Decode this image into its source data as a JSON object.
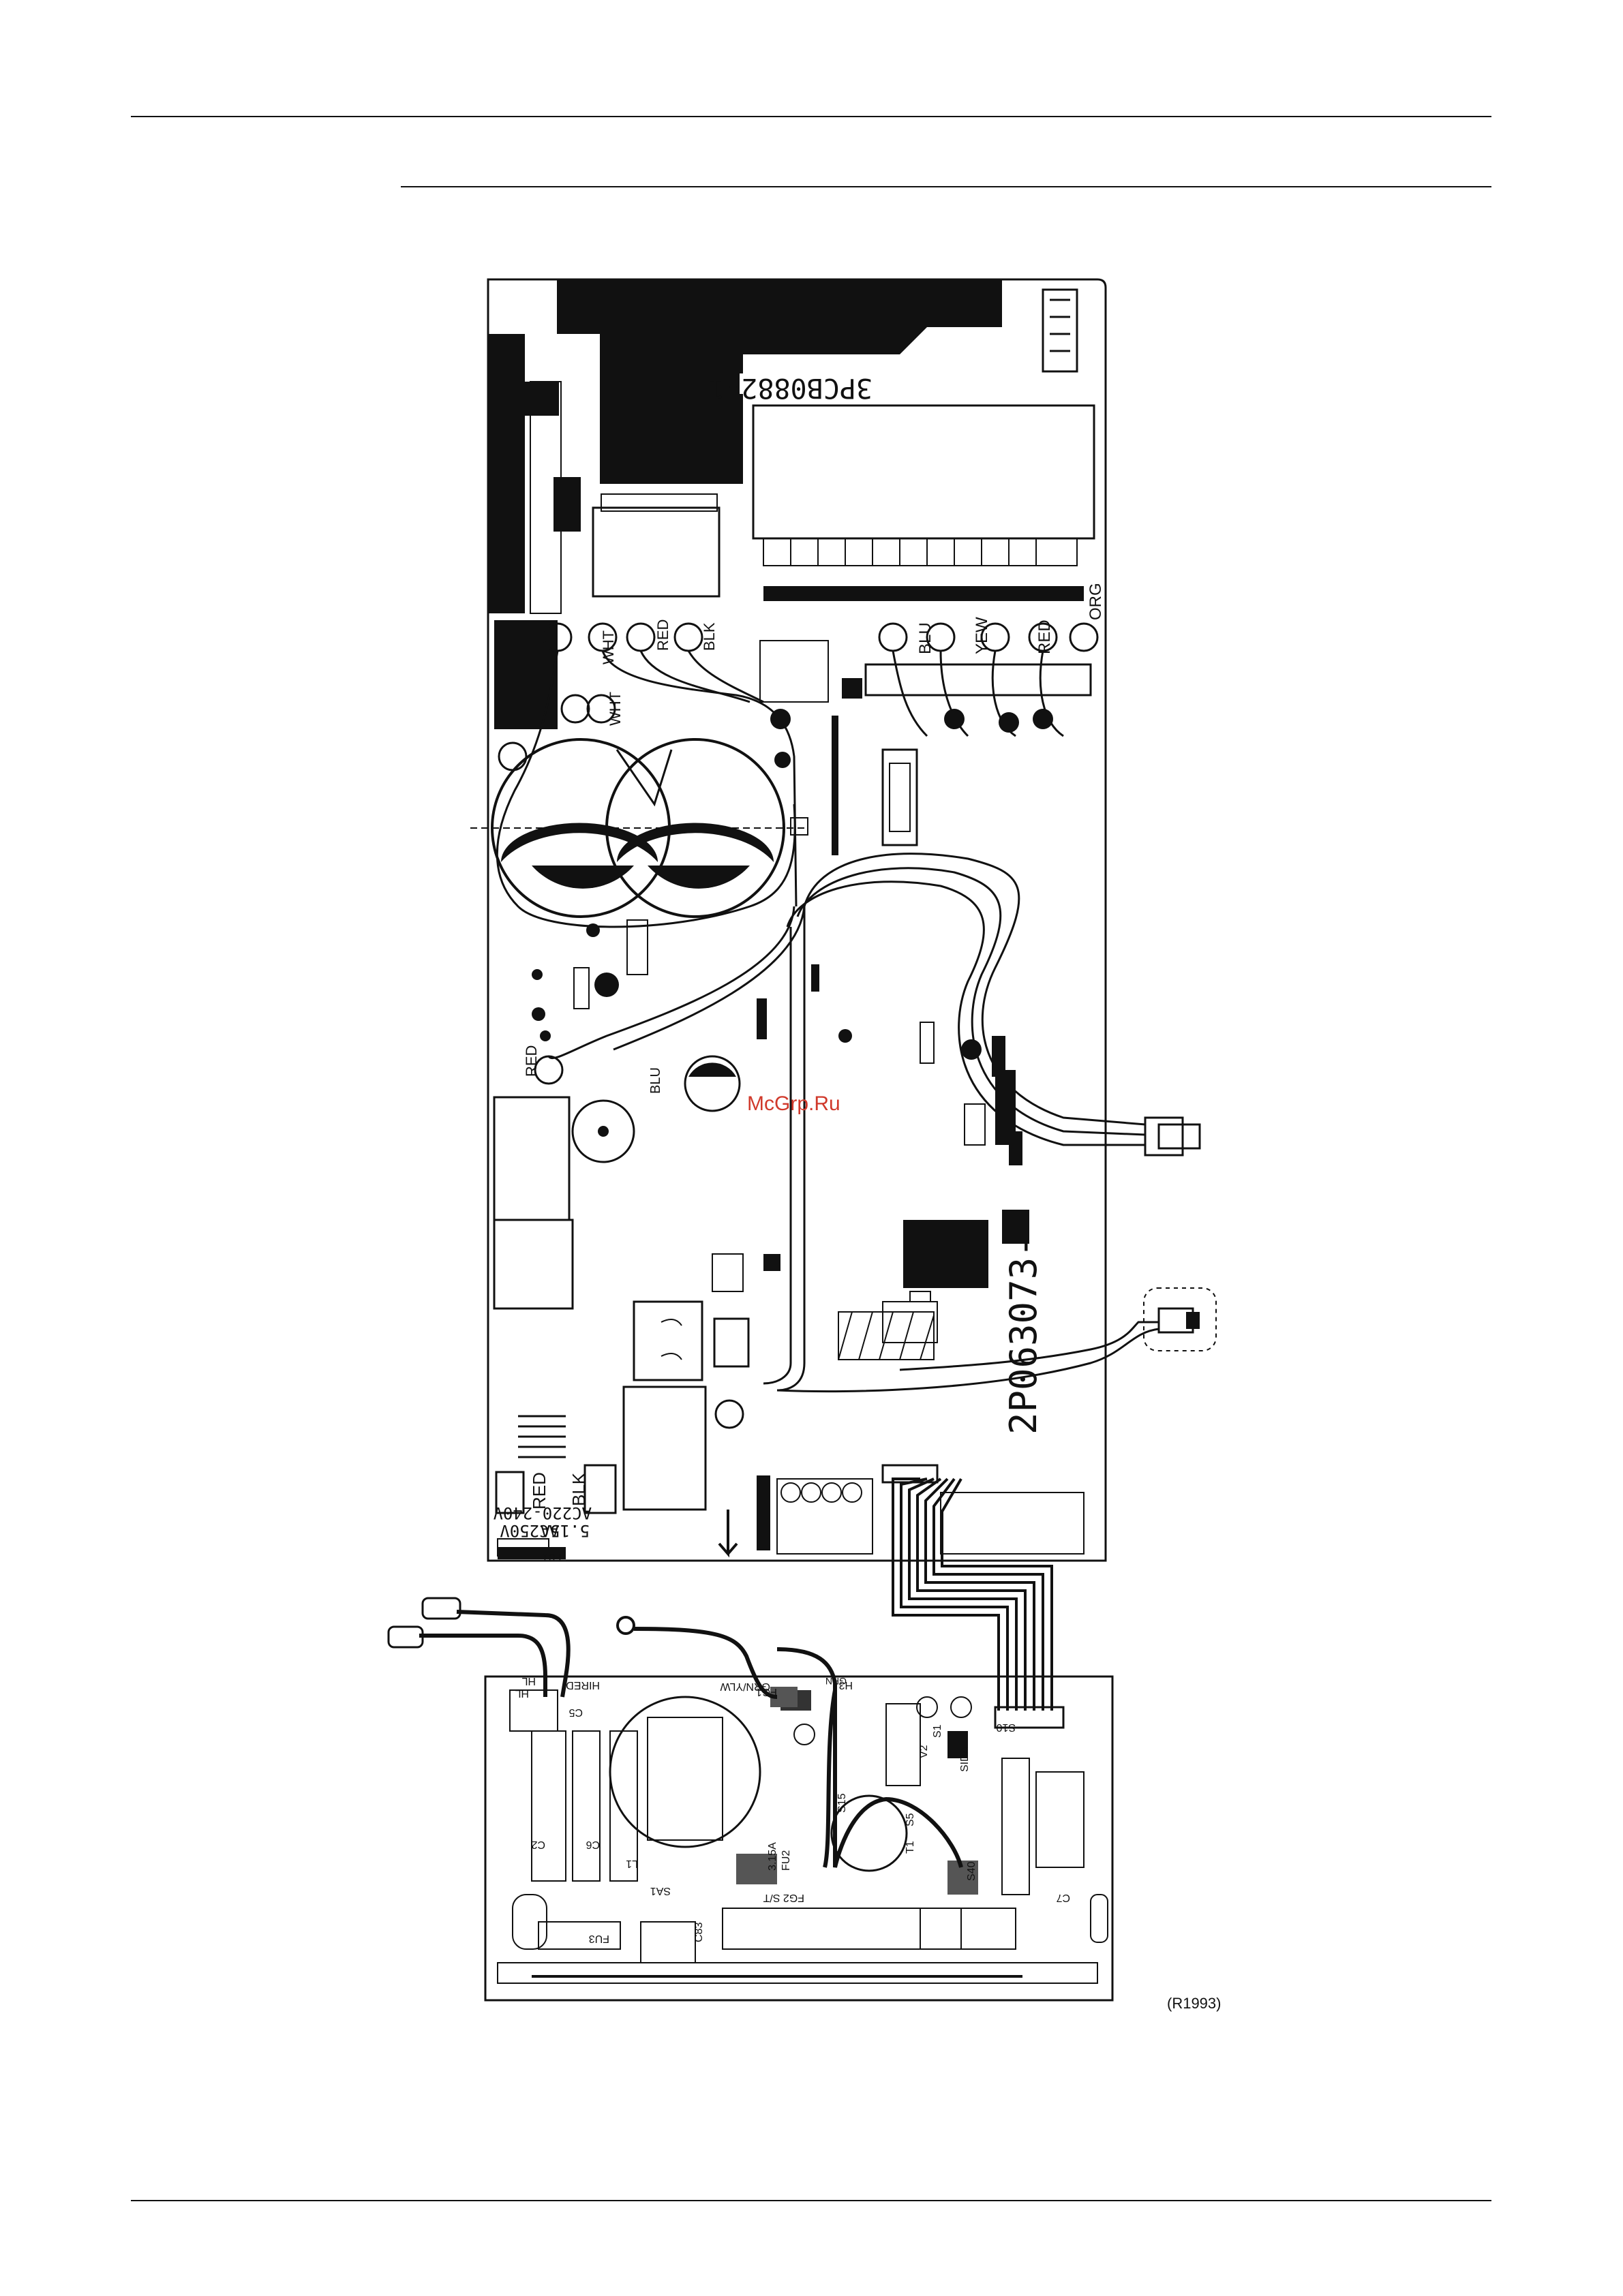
{
  "watermark": "McGrp.Ru",
  "figure_code": "(R1993)",
  "main_board": {
    "part_number_top": "3PCB0882-1",
    "part_number_side": "2P063073-",
    "wire_colors_top_left": [
      "WHT",
      "RED",
      "BLK"
    ],
    "wire_color_wht_lower": "WHT",
    "wire_colors_top_right": [
      "BLU",
      "YEW",
      "RED",
      "ORG"
    ],
    "wire_color_red_lower_left": "RED",
    "wire_color_blu_lower": "BLU",
    "wire_colors_bottom": [
      "RED",
      "BLK"
    ],
    "rating_lines": [
      "AC250V",
      "5.15A",
      "AC220-240V"
    ],
    "fuse_label": "FU1"
  },
  "sub_board": {
    "labels": [
      "HL",
      "HL",
      "HIRED",
      "C5",
      "C2",
      "C6",
      "L1",
      "SA1",
      "FU3",
      "C83",
      "FG2 S/T",
      "H3",
      "GRN",
      "GRN/YLW",
      "FG1",
      "S1",
      "S10",
      "V2",
      "T1",
      "C7",
      "FU2",
      "3.15A",
      "S15",
      "S5",
      "S40",
      "SIDA"
    ]
  }
}
